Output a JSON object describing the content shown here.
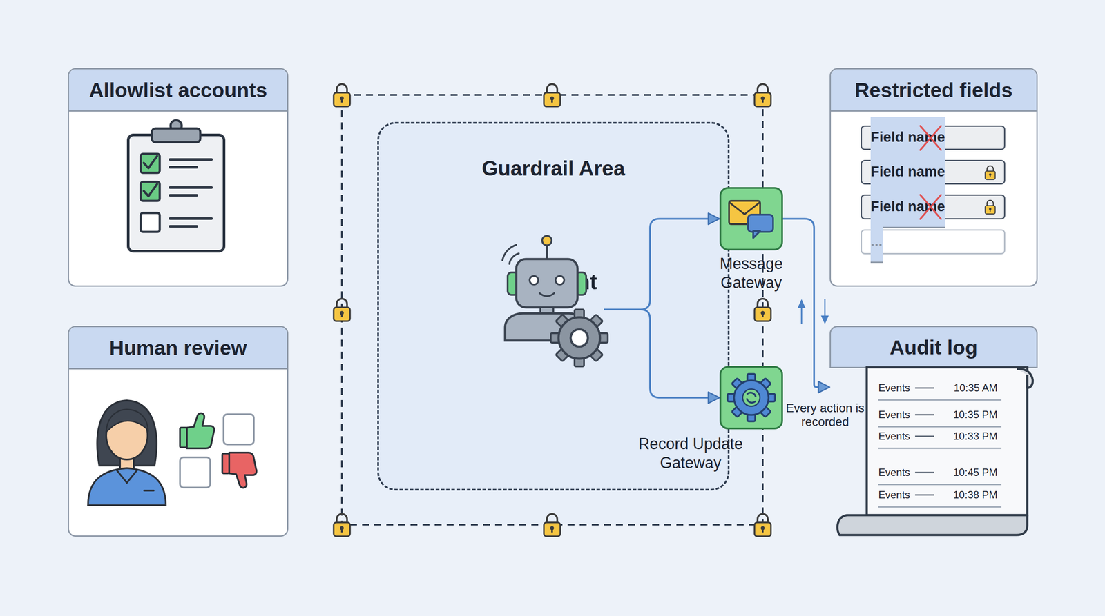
{
  "diagram": {
    "nodes": [
      {
        "text": [
          "Allowlist accounts"
        ]
      },
      {
        "text": [
          "Human review"
        ]
      },
      {
        "text": [
          "Guardrail Area"
        ]
      },
      {
        "text": [
          "AI Agent"
        ],
        "in": 2
      },
      {
        "text": [
          "Message Gateway"
        ]
      },
      {
        "text": [
          "Record Update Gateway"
        ]
      },
      {
        "text": [
          "Restricted fields"
        ]
      },
      {
        "text": [
          "Field name"
        ],
        "in": 6
      },
      {
        "text": [
          "Field name"
        ],
        "in": 6
      },
      {
        "text": [
          "Field name"
        ],
        "in": 6
      },
      {
        "text": [
          "..."
        ],
        "in": 6
      },
      {
        "text": [
          "Audit log"
        ]
      }
    ],
    "edges": [
      {
        "from": 3,
        "to": 4,
        "arrow": "to"
      },
      {
        "from": 3,
        "to": 5,
        "arrow": "to"
      },
      {
        "from": 4,
        "to": 11,
        "arrow": "to"
      }
    ],
    "labels": [
      "Every action is recorded",
      "Events",
      "10:35 AM",
      "Events",
      "10:35 PM",
      "Events",
      "10:33 PM",
      "Events",
      "10:45 PM",
      "Events",
      "10:38 PM"
    ]
  }
}
